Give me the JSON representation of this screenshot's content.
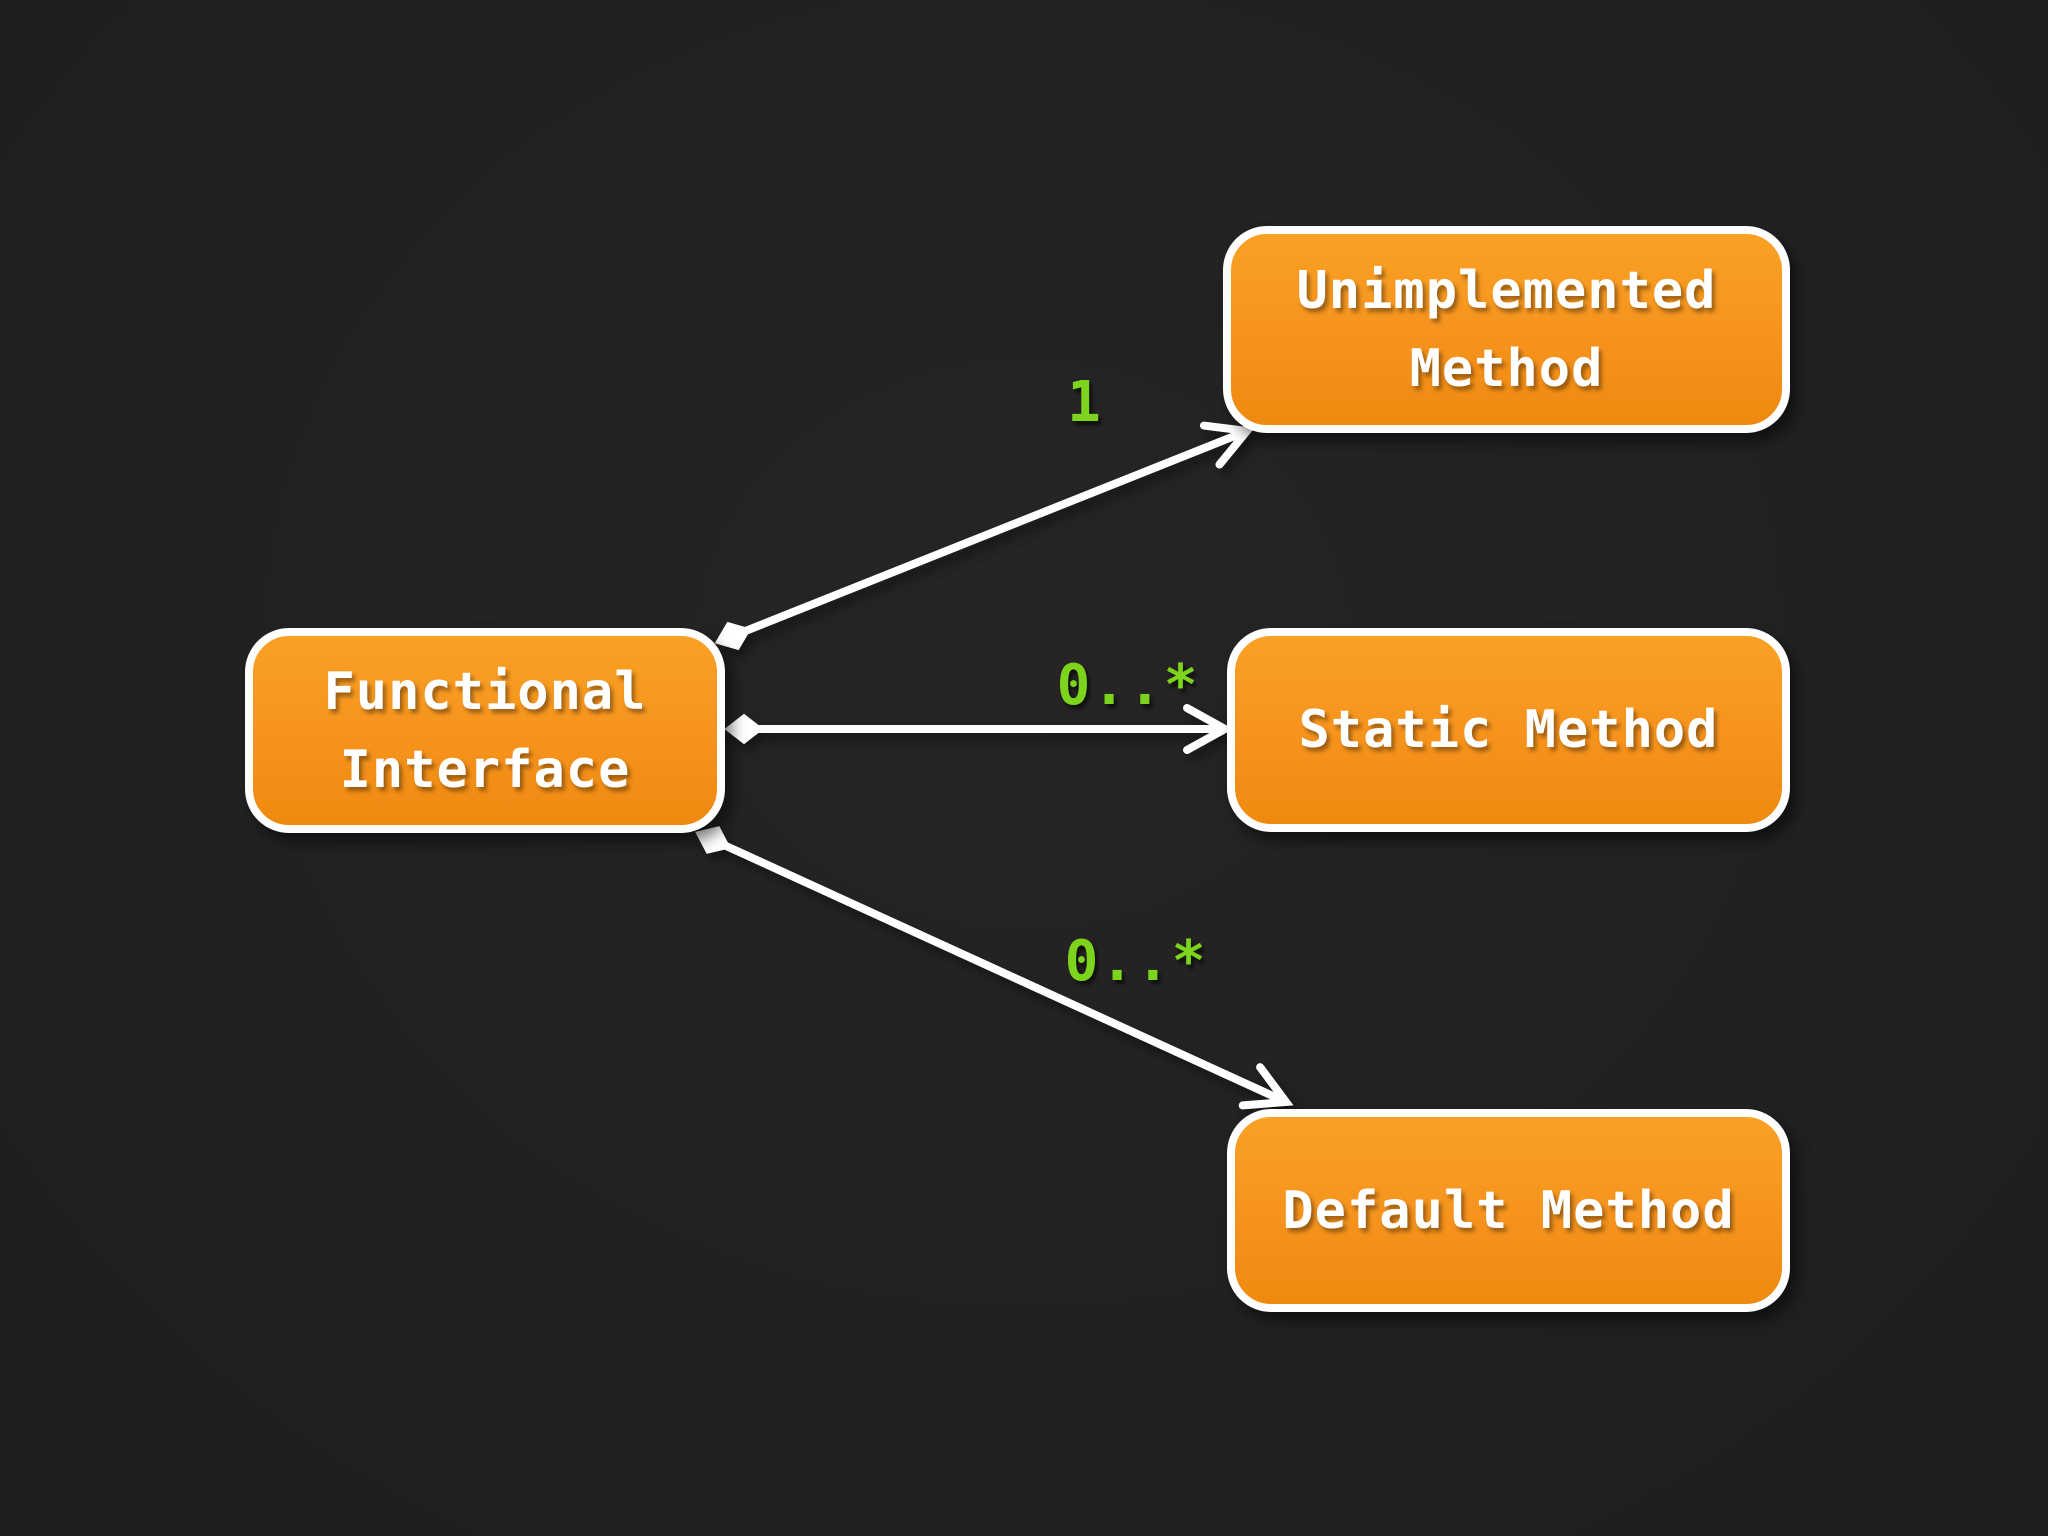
{
  "diagram": {
    "background_color": "#222021",
    "node_fill_color": "#F7941E",
    "node_border_color": "#FFFFFF",
    "node_text_color": "#FFFFFF",
    "connector_color": "#FFFFFF",
    "multiplicity_text_color": "#7CD41C",
    "nodes": [
      {
        "id": "functional-interface",
        "label": "Functional\nInterface"
      },
      {
        "id": "unimplemented-method",
        "label": "Unimplemented\nMethod"
      },
      {
        "id": "static-method",
        "label": "Static Method"
      },
      {
        "id": "default-method",
        "label": "Default Method"
      }
    ],
    "edges": [
      {
        "from": "Functional Interface",
        "to": "Unimplemented Method",
        "multiplicity": "1",
        "source_decoration": "filled-diamond",
        "target_decoration": "open-arrow"
      },
      {
        "from": "Functional Interface",
        "to": "Static Method",
        "multiplicity": "0..*",
        "source_decoration": "filled-diamond",
        "target_decoration": "open-arrow"
      },
      {
        "from": "Functional Interface",
        "to": "Default Method",
        "multiplicity": "0..*",
        "source_decoration": "filled-diamond",
        "target_decoration": "open-arrow"
      }
    ]
  }
}
